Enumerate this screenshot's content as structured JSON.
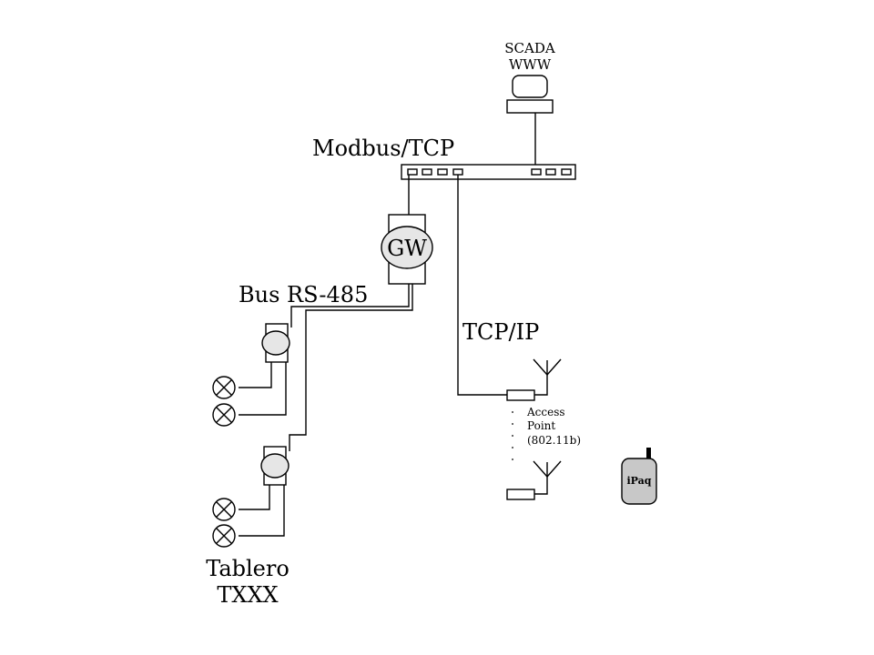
{
  "labels": {
    "scada_line1": "SCADA",
    "scada_line2": "WWW",
    "modbus": "Modbus/TCP",
    "gateway": "GW",
    "bus": "Bus RS-485",
    "tcpip": "TCP/IP",
    "ap_line1": "Access",
    "ap_line2": "Point",
    "ap_line3": "(802.11b)",
    "ipaq": "iPaq",
    "tablero_line1": "Tablero",
    "tablero_line2": "TXXX"
  }
}
